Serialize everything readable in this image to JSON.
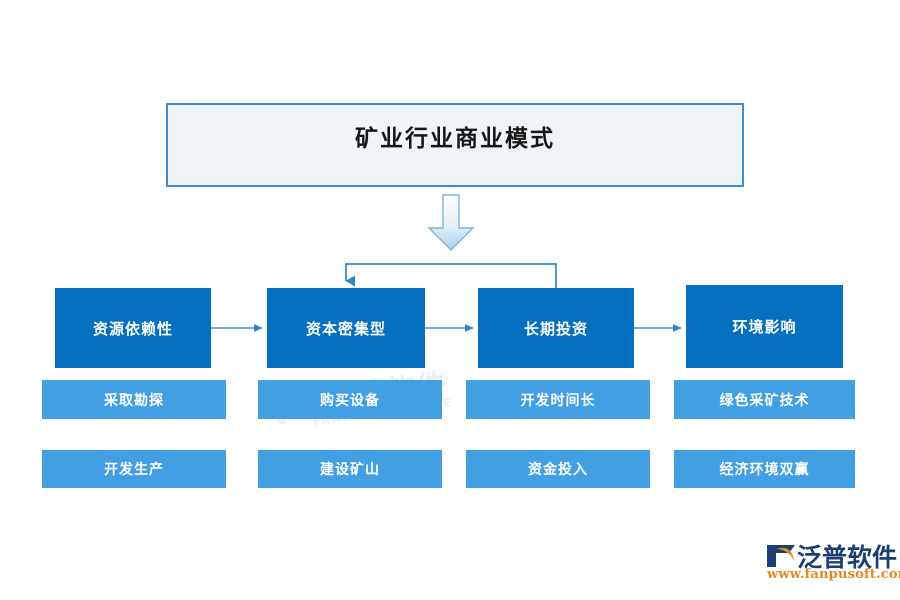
{
  "diagram": {
    "title": "矿业行业商业模式",
    "title_box": {
      "fill": "#eef4f8",
      "border": "#3f8ecb"
    },
    "colors": {
      "main_box_fill": "#0570c0",
      "sub_box_fill": "#429fe3",
      "connector": "#2e86c8",
      "title_text": "#161616",
      "box_text": "#ffffff"
    },
    "flow": [
      {
        "main_label": "资源依赖性",
        "sub_labels": [
          "采取勘探",
          "开发生产"
        ]
      },
      {
        "main_label": "资本密集型",
        "sub_labels": [
          "购买设备",
          "建设矿山"
        ]
      },
      {
        "main_label": "长期投资",
        "sub_labels": [
          "开发时间长",
          "资金投入"
        ]
      },
      {
        "main_label": "环境影响",
        "sub_labels": [
          "绿色采矿技术",
          "经济环境双赢"
        ]
      }
    ],
    "connectors": {
      "down_arrow": "down-block-arrow",
      "flow_arrows": [
        "arrow-right",
        "arrow-right",
        "arrow-right"
      ],
      "feedback_arrow": "feedback-loop-arrow"
    }
  },
  "watermark": {
    "text": "泛普软件",
    "subtext": "FANPU SOFTWARE"
  },
  "logo": {
    "name": "泛普软件",
    "url": "www.fanpusoft.com",
    "mark_colors": {
      "outer": "#1c3f73",
      "inner": "#e8881c"
    }
  }
}
